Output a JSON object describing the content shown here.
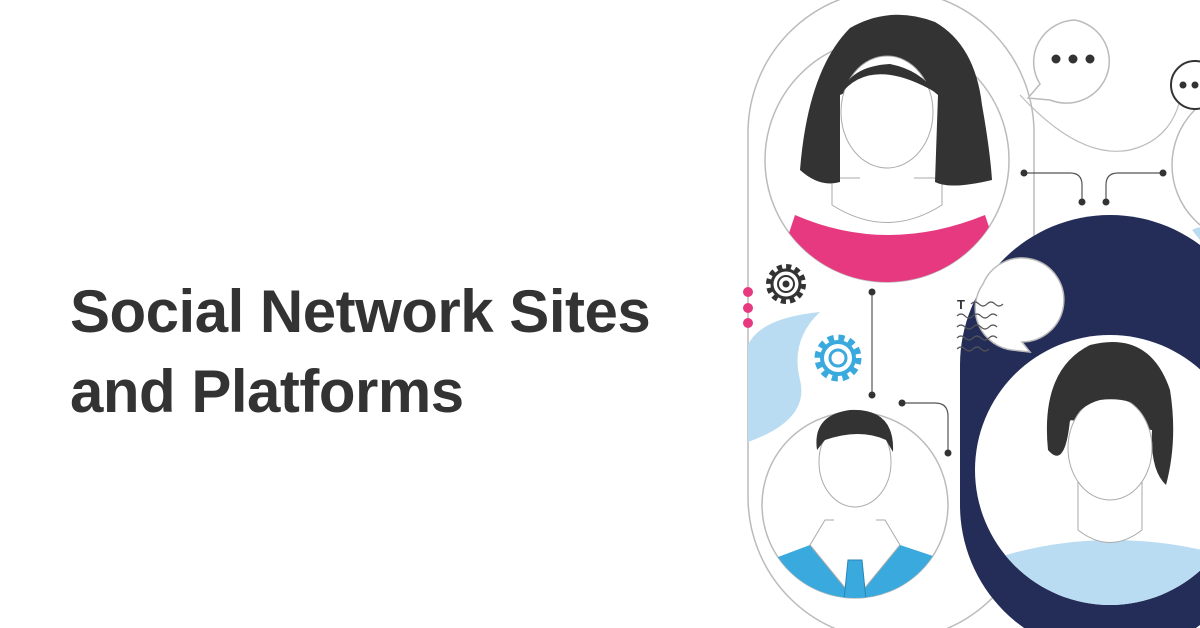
{
  "headline": {
    "line1": "Social Network Sites",
    "line2": "and Platforms"
  },
  "colors": {
    "text": "#333333",
    "outline": "#bbbbbb",
    "hair": "#333333",
    "skin": "#ffffff",
    "pink": "#e6397f",
    "navy": "#232d58",
    "light_blue": "#b9dcf2",
    "blue": "#3aa9de",
    "dots": "#333333"
  },
  "illustration": {
    "chat_bubble_text_icon": "T"
  }
}
